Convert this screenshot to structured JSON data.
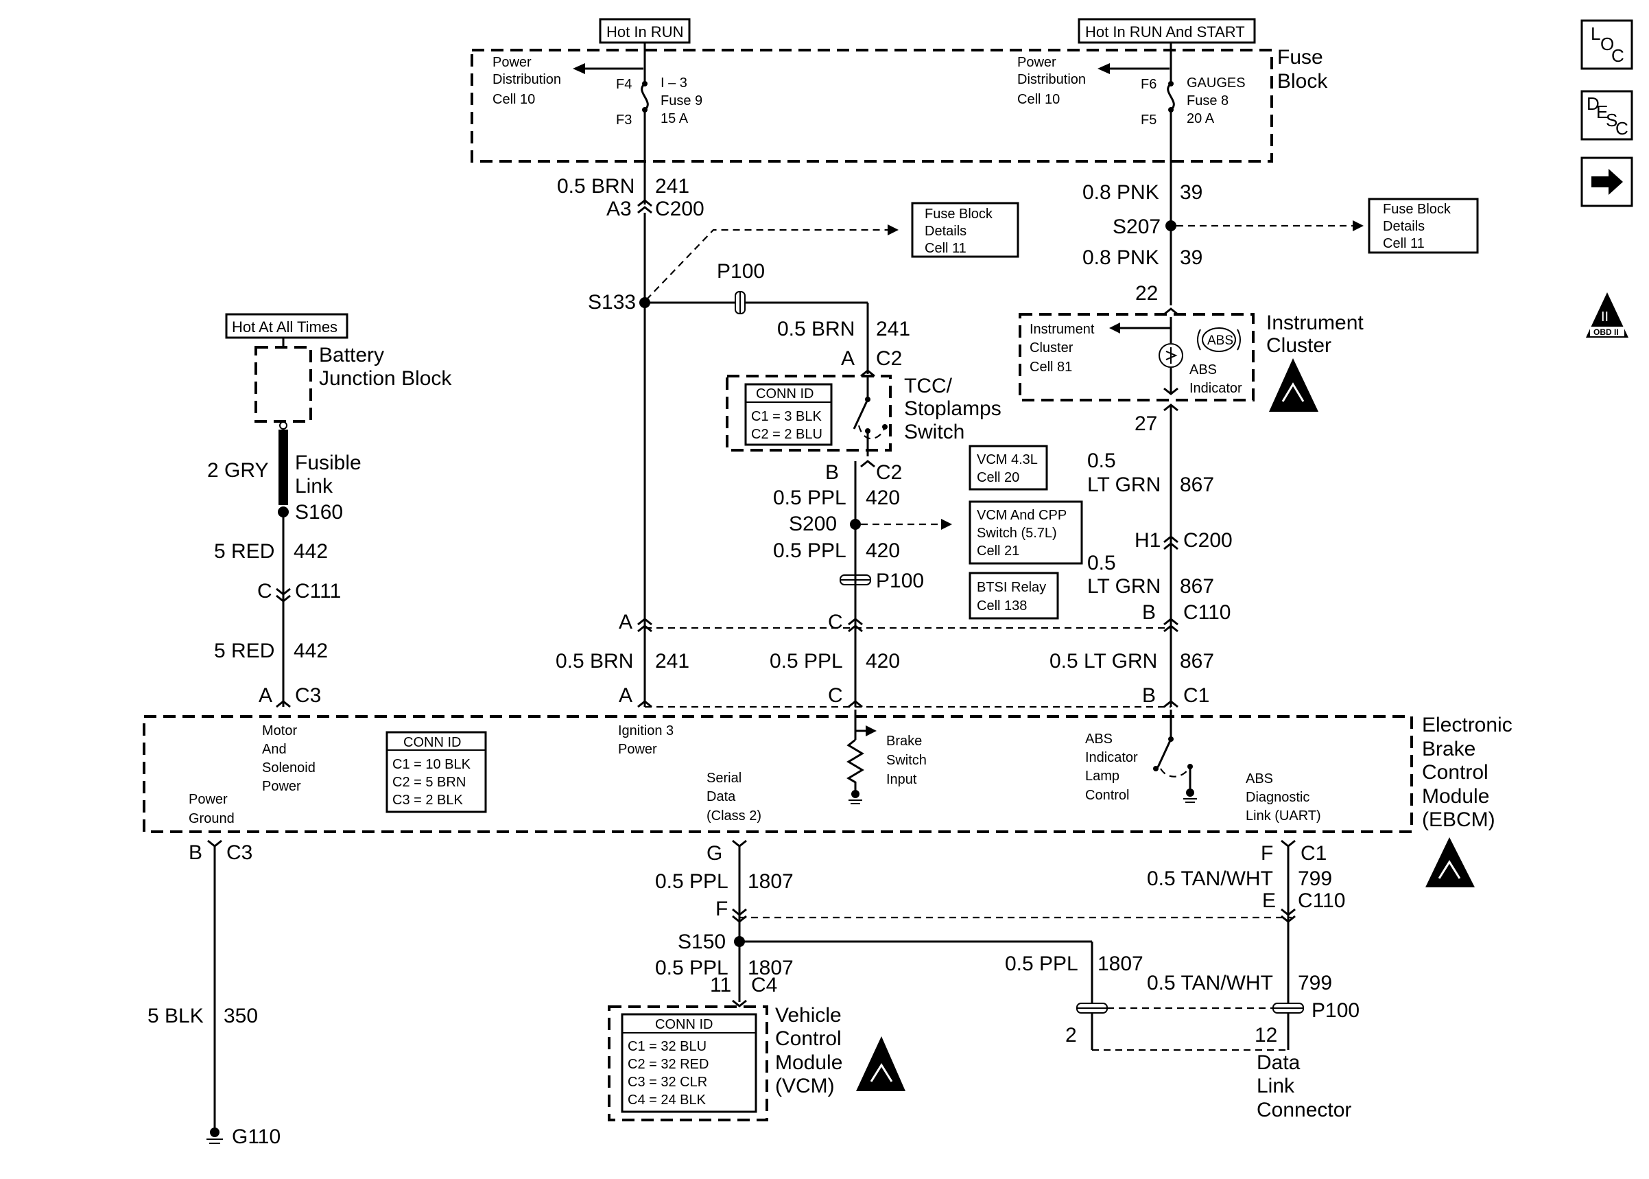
{
  "supply": {
    "hot_run": "Hot In RUN",
    "hot_run_start": "Hot In RUN And START",
    "hot_all_times": "Hot At All Times"
  },
  "fuse_block": {
    "label_line1": "Fuse",
    "label_line2": "Block",
    "pd_left": [
      "Power",
      "Distribution",
      "Cell 10"
    ],
    "pd_right": [
      "Power",
      "Distribution",
      "Cell 10"
    ],
    "f4": "F4",
    "f3": "F3",
    "f6": "F6",
    "f5": "F5",
    "fuse_left": [
      "I – 3",
      "Fuse 9",
      "15 A"
    ],
    "fuse_right": [
      "GAUGES",
      "Fuse 8",
      "20 A"
    ]
  },
  "refs": {
    "fuse_details_left": [
      "Fuse Block",
      "Details",
      "Cell 11"
    ],
    "fuse_details_right": [
      "Fuse Block",
      "Details",
      "Cell 11"
    ],
    "vcm_43l": [
      "VCM 4.3L",
      "Cell 20"
    ],
    "vcm_cpp": [
      "VCM And CPP",
      "Switch (5.7L)",
      "Cell 21"
    ],
    "btsi": [
      "BTSI Relay",
      "Cell 138"
    ]
  },
  "battery": {
    "label": [
      "Battery",
      "Junction Block"
    ],
    "fusible_link": [
      "Fusible",
      "Link"
    ],
    "fusible_wire": "2 GRY",
    "s160": "S160"
  },
  "wires": {
    "brn_05": "0.5 BRN",
    "c241": "241",
    "pnk_08": "0.8 PNK",
    "c39": "39",
    "ppl_05": "0.5 PPL",
    "c420": "420",
    "ltgrn_05": "0.5",
    "ltgrn_txt": "LT GRN",
    "ltgrn_full": "0.5 LT GRN",
    "c867": "867",
    "red_5": "5 RED",
    "c442": "442",
    "blk_5": "5 BLK",
    "c350": "350",
    "c1807": "1807",
    "tanwht": "0.5 TAN/WHT",
    "c799": "799"
  },
  "connectors": {
    "a3": "A3",
    "c200": "C200",
    "s133": "S133",
    "p100": "P100",
    "s207": "S207",
    "pin22": "22",
    "pin27": "27",
    "a": "A",
    "b": "B",
    "c": "C",
    "c2": "C2",
    "s200": "S200",
    "h1": "H1",
    "c110": "C110",
    "c111": "C111",
    "c3": "C3",
    "c1": "C1",
    "g": "G",
    "f": "F",
    "e": "E",
    "s150": "S150",
    "pin11": "11",
    "c4": "C4",
    "pin2": "2",
    "pin12": "12",
    "g110": "G110"
  },
  "tcc": {
    "conn_title": "CONN ID",
    "conn_rows": [
      "C1 = 3 BLK",
      "C2 = 2 BLU"
    ],
    "label": [
      "TCC/",
      "Stoplamps",
      "Switch"
    ]
  },
  "cluster": {
    "ic_ref": [
      "Instrument",
      "Cluster",
      "Cell 81"
    ],
    "abs_badge": "ABS",
    "abs_label": [
      "ABS",
      "Indicator"
    ],
    "label": [
      "Instrument",
      "Cluster"
    ]
  },
  "ebcm": {
    "label": [
      "Electronic",
      "Brake",
      "Control",
      "Module",
      "(EBCM)"
    ],
    "motor": [
      "Motor",
      "And",
      "Solenoid",
      "Power"
    ],
    "ground": [
      "Power",
      "Ground"
    ],
    "conn_title": "CONN ID",
    "conn_rows": [
      "C1 = 10 BLK",
      "C2 = 5 BRN",
      "C3 = 2 BLK"
    ],
    "ign": [
      "Ignition 3",
      "Power"
    ],
    "serial": [
      "Serial",
      "Data",
      "(Class 2)"
    ],
    "brake_switch": [
      "Brake",
      "Switch",
      "Input"
    ],
    "abs_lamp": [
      "ABS",
      "Indicator",
      "Lamp",
      "Control"
    ],
    "abs_diag": [
      "ABS",
      "Diagnostic",
      "Link (UART)"
    ]
  },
  "vcm": {
    "conn_title": "CONN ID",
    "conn_rows": [
      "C1 = 32 BLU",
      "C2 = 32 RED",
      "C3 = 32 CLR",
      "C4 = 24 BLK"
    ],
    "label": [
      "Vehicle",
      "Control",
      "Module",
      "(VCM)"
    ]
  },
  "dlc": {
    "label": [
      "Data",
      "Link",
      "Connector"
    ]
  },
  "side_icons": {
    "loc_l": "L",
    "loc_o": "O",
    "loc_c": "C",
    "desc_d": "D",
    "desc_e": "E",
    "desc_s": "S",
    "desc_c": "C",
    "arrow": "arrow-right-icon",
    "obd_ii": "II",
    "obd_text": "OBD II"
  }
}
